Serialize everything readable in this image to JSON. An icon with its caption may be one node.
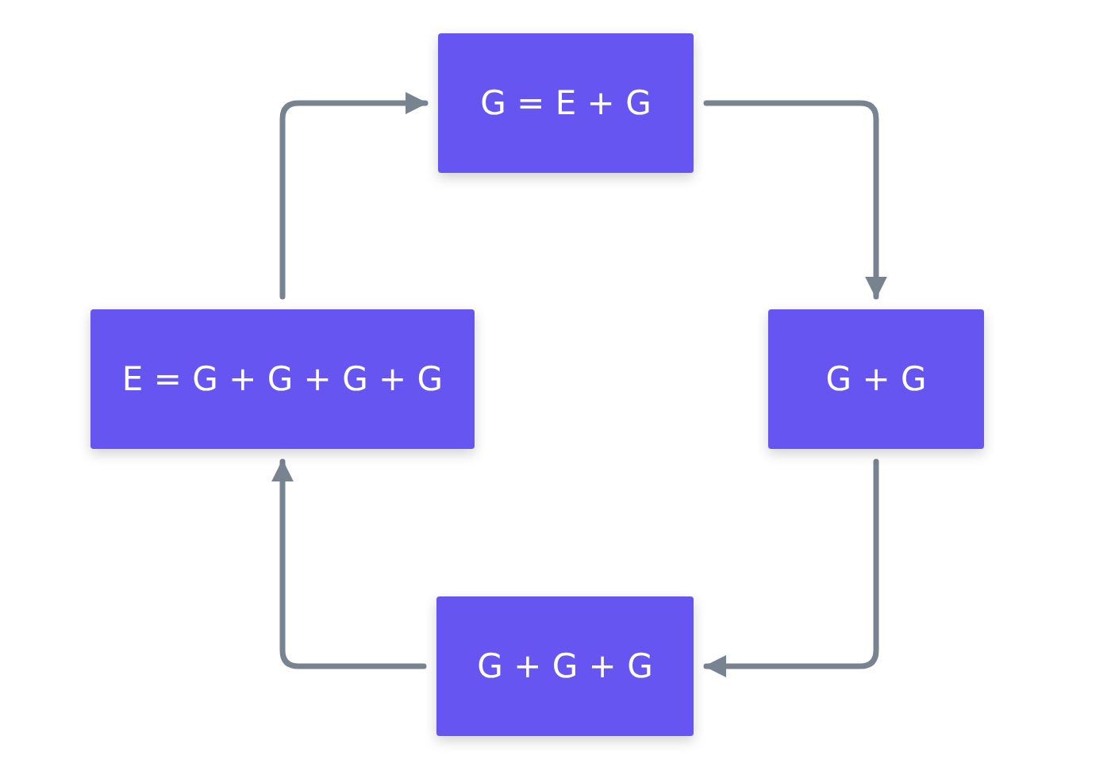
{
  "diagram": {
    "nodes": [
      {
        "text": [
          "G = E + G"
        ]
      },
      {
        "text": [
          "G + G"
        ]
      },
      {
        "text": [
          "G + G + G"
        ]
      },
      {
        "text": [
          "E = G + G + G + G"
        ]
      }
    ],
    "edges": [
      {
        "from": 0,
        "to": 1,
        "arrow": "to"
      },
      {
        "from": 1,
        "to": 2,
        "arrow": "to"
      },
      {
        "from": 2,
        "to": 3,
        "arrow": "to"
      },
      {
        "from": 3,
        "to": 0,
        "arrow": "to"
      }
    ]
  }
}
